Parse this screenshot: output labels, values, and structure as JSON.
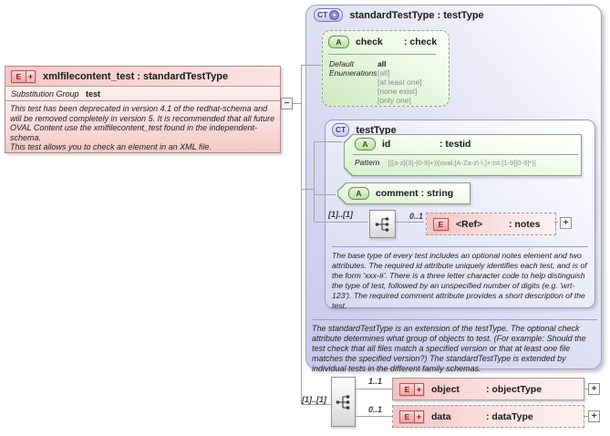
{
  "badges": {
    "element": "E",
    "attribute": "A",
    "complex_type": "CT",
    "plus": "+",
    "minus": "−",
    "expand": "+"
  },
  "left_element": {
    "title": "xmlfilecontent_test : standardTestType",
    "substitution_group_label": "Substitution Group",
    "substitution_group_value": "test",
    "annotation": [
      "This test has been deprecated in version 4.1 of the redhat-schema and will be removed completely in version 5.  It is recommended that all future OVAL Content use the xmlfilecontent_test found in the independent-schema.",
      "This test allows you to check an element in an XML file."
    ]
  },
  "standard_test_type": {
    "title": "standardTestType : testType",
    "documentation": "The standardTestType is an extension of the testType.  The optional check attribute determines what group of objects to test.  (For example: Should the test check that all files match a specified version or that at least one file matches the specified version?)  The standardTestType is extended by individual tests in the different family schemas.",
    "check_attribute": {
      "name": "check",
      "type": ": check",
      "default_label": "Default",
      "default_value": "all",
      "enumerations_label": "Enumerations",
      "enumerations": [
        "[all]",
        "[at least one]",
        "[none exist]",
        "[only one]"
      ]
    },
    "test_type": {
      "title": "testType",
      "id_attribute": {
        "name": "id",
        "type": ": testid",
        "pattern_label": "Pattern",
        "pattern_value": "[([a-z]{3}-[0-9]+)|(oval:[A-Za-z\\-\\.]+:tst:[1-9][0-9]*)]"
      },
      "comment_attribute": {
        "name": "comment : string"
      },
      "sequence_cardinality": "[1]..[1]",
      "notes_element": {
        "cardinality": "0..1",
        "name": "<Ref>",
        "type": ": notes"
      },
      "documentation": "The base type of every test includes an optional notes element and two attributes.  The required id attribute uniquely identifies each test, and is of the form 'xxx-#'.  There is a three letter character code to help distinguish the type of test, followed by an unspecified number of digits (e.g. 'wrt-123').  The required comment attribute provides a short description of the test."
    }
  },
  "extension_sequence": {
    "cardinality": "[1]..[1]",
    "object_element": {
      "cardinality": "1..1",
      "name": "object",
      "type": ": objectType"
    },
    "data_element": {
      "cardinality": "0..1",
      "name": "data",
      "type": ": dataType"
    }
  }
}
